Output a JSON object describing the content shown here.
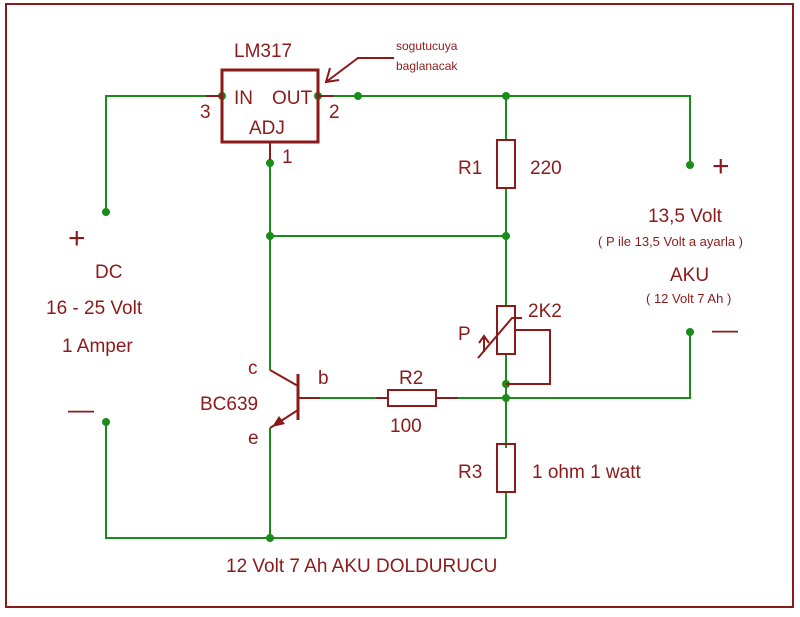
{
  "regulator": {
    "name": "LM317",
    "pin_in": "IN",
    "pin_out": "OUT",
    "pin_adj": "ADJ",
    "pin3": "3",
    "pin2": "2",
    "pin1": "1",
    "note_line1": "sogutucuya",
    "note_line2": "baglanacak"
  },
  "input": {
    "plus": "+",
    "minus": "—",
    "type": "DC",
    "voltage": "16 - 25 Volt",
    "current": "1 Amper"
  },
  "output": {
    "plus": "+",
    "minus": "—",
    "voltage": "13,5 Volt",
    "adjust_note": "( P ile 13,5 Volt a ayarla )",
    "battery": "AKU",
    "battery_spec": "( 12 Volt 7 Ah )"
  },
  "r1": {
    "name": "R1",
    "value": "220"
  },
  "pot": {
    "name": "P",
    "value": "2K2"
  },
  "r2": {
    "name": "R2",
    "value": "100"
  },
  "r3": {
    "name": "R3",
    "value": "1 ohm 1 watt"
  },
  "transistor": {
    "name": "BC639",
    "collector": "c",
    "base": "b",
    "emitter": "e"
  },
  "caption": "12 Volt 7 Ah AKU DOLDURUCU",
  "colors": {
    "frame": "#8b1a1a",
    "wire": "#1a8c1a",
    "component": "#8b1a1a"
  }
}
